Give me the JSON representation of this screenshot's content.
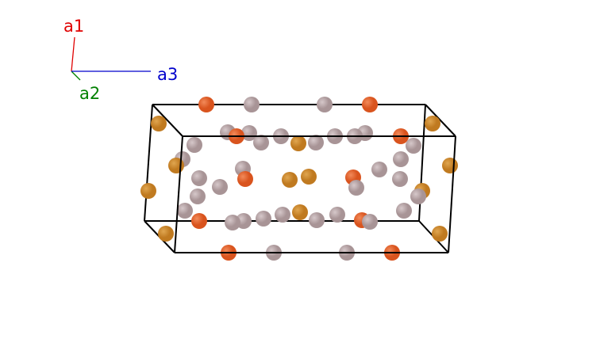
{
  "axes": {
    "a1": {
      "label": "a1",
      "color": "#e00000"
    },
    "a2": {
      "label": "a2",
      "color": "#008000"
    },
    "a3": {
      "label": "a3",
      "color": "#0000cc"
    }
  },
  "atom_types": {
    "orange_red": {
      "color": "#d9541e",
      "highlight": "#f28a5a"
    },
    "bronze": {
      "color": "#c07a20",
      "highlight": "#e0a650"
    },
    "mauve_gray": {
      "color": "#a89496",
      "highlight": "#d6c8ca"
    }
  },
  "cell_edge_color": "#000000"
}
